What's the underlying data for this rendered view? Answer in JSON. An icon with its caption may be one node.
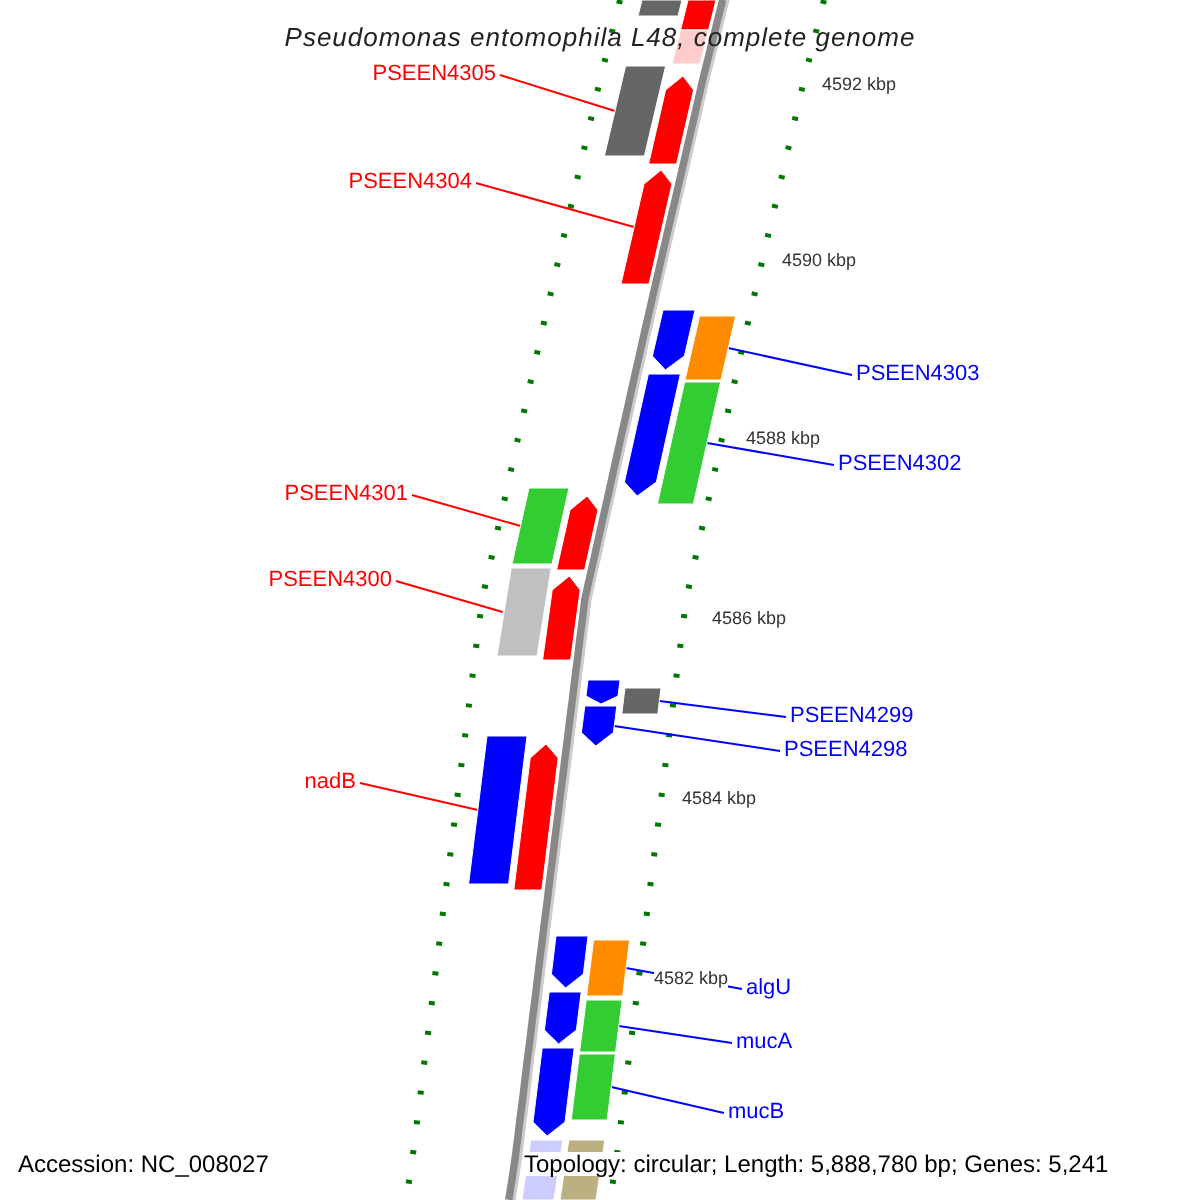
{
  "diagram": {
    "title": "Pseudomonas entomophila L48, complete genome",
    "nodes": [
      {
        "text": [
          "PSEEN4305"
        ]
      },
      {
        "text": [],
        "shape": "bar"
      },
      {
        "text": [
          "PSEEN4304"
        ]
      },
      {
        "text": [],
        "shape": "bar"
      },
      {
        "text": [
          "PSEEN4303"
        ]
      },
      {
        "text": [],
        "shape": "bar"
      },
      {
        "text": [
          "PSEEN4302"
        ]
      },
      {
        "text": [],
        "shape": "bar"
      },
      {
        "text": [
          "PSEEN4301"
        ]
      },
      {
        "text": [],
        "shape": "bar"
      },
      {
        "text": [
          "PSEEN4300"
        ]
      },
      {
        "text": [],
        "shape": "bar"
      },
      {
        "text": [
          "PSEEN4299"
        ]
      },
      {
        "text": [],
        "shape": "bar"
      },
      {
        "text": [
          "PSEEN4298"
        ]
      },
      {
        "text": [],
        "shape": "bar"
      },
      {
        "text": [
          "nadB"
        ]
      },
      {
        "text": [],
        "shape": "bar"
      },
      {
        "text": [
          "algU"
        ]
      },
      {
        "text": [],
        "shape": "bar"
      },
      {
        "text": [
          "mucA"
        ]
      },
      {
        "text": [],
        "shape": "bar"
      },
      {
        "text": [
          "mucB"
        ]
      },
      {
        "text": [],
        "shape": "bar"
      },
      {
        "text": [],
        "shape": "bar"
      },
      {
        "text": [],
        "shape": "bar"
      },
      {
        "text": [],
        "shape": "bar"
      },
      {
        "text": [],
        "shape": "bar"
      },
      {
        "text": [],
        "shape": "bar"
      },
      {
        "text": [],
        "shape": "bar"
      },
      {
        "text": [],
        "shape": "bar"
      },
      {
        "text": [],
        "shape": "bar"
      },
      {
        "text": [],
        "shape": "bar"
      },
      {
        "text": [],
        "shape": "bar"
      },
      {
        "text": [],
        "shape": "bar"
      },
      {
        "text": [],
        "shape": "bar"
      },
      {
        "text": [],
        "shape": "bar"
      },
      {
        "text": [],
        "shape": "bar"
      },
      {
        "text": [],
        "shape": "bar"
      }
    ],
    "edges": [
      {
        "from": 0,
        "to": 1,
        "arrow": "none",
        "color": "#ff0000"
      },
      {
        "from": 2,
        "to": 3,
        "arrow": "none",
        "color": "#ff0000"
      },
      {
        "from": 4,
        "to": 5,
        "arrow": "none"
      },
      {
        "from": 6,
        "to": 7,
        "arrow": "none"
      },
      {
        "from": 8,
        "to": 9,
        "arrow": "none",
        "color": "#ff0000"
      },
      {
        "from": 10,
        "to": 11,
        "arrow": "none",
        "color": "#ff0000"
      },
      {
        "from": 12,
        "to": 13,
        "arrow": "none"
      },
      {
        "from": 14,
        "to": 15,
        "arrow": "none"
      },
      {
        "from": 16,
        "to": 17,
        "arrow": "none",
        "color": "#ff0000"
      },
      {
        "from": 18,
        "to": 19,
        "arrow": "none"
      },
      {
        "from": 20,
        "to": 21,
        "arrow": "none"
      },
      {
        "from": 22,
        "to": 23,
        "arrow": "none"
      }
    ],
    "labels": [
      "4592 kbp",
      "4590 kbp",
      "4588 kbp",
      "4586 kbp",
      "4584 kbp",
      "4582 kbp",
      "Accession: NC_008027",
      "Topology: circular; Length: 5,888,780 bp; Genes: 5,241"
    ]
  }
}
